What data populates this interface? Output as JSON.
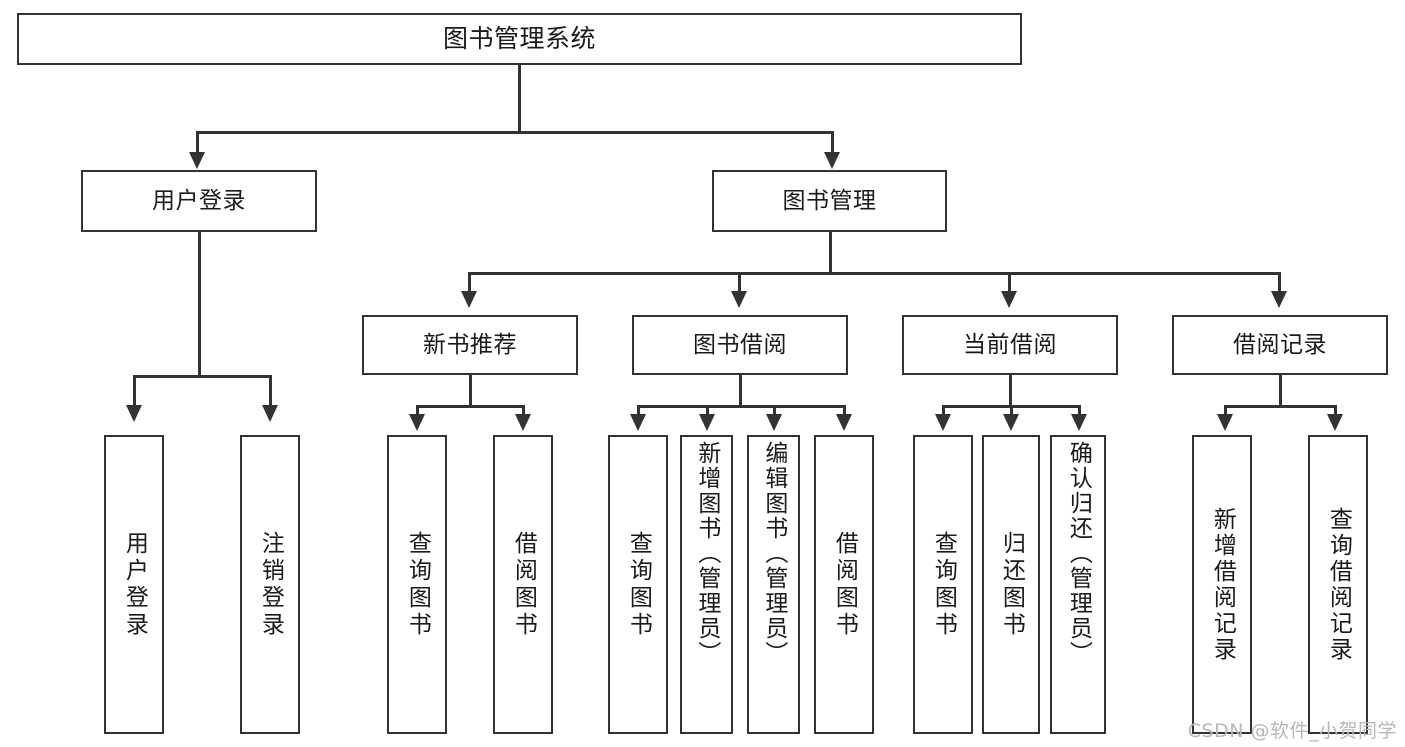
{
  "diagram": {
    "title": "图书管理系统",
    "watermark": "CSDN @软件_小贺同学",
    "colors": {
      "stroke": "#333333",
      "fill": "#ffffff",
      "text": "#1a1a1a",
      "watermark": "#b8b8b8"
    },
    "root": {
      "label": "图书管理系统"
    },
    "level2": [
      {
        "label": "用户登录"
      },
      {
        "label": "图书管理"
      }
    ],
    "level3": [
      {
        "label": "新书推荐"
      },
      {
        "label": "图书借阅"
      },
      {
        "label": "当前借阅"
      },
      {
        "label": "借阅记录"
      }
    ],
    "leaves": [
      {
        "label": "用户登录",
        "parent": "用户登录"
      },
      {
        "label": "注销登录",
        "parent": "用户登录"
      },
      {
        "label": "查询图书",
        "parent": "新书推荐"
      },
      {
        "label": "借阅图书",
        "parent": "新书推荐"
      },
      {
        "label": "查询图书",
        "parent": "图书借阅"
      },
      {
        "label": "新增图书（管理员）",
        "parent": "图书借阅"
      },
      {
        "label": "编辑图书（管理员）",
        "parent": "图书借阅"
      },
      {
        "label": "借阅图书",
        "parent": "图书借阅"
      },
      {
        "label": "查询图书",
        "parent": "当前借阅"
      },
      {
        "label": "归还图书",
        "parent": "当前借阅"
      },
      {
        "label": "确认归还（管理员）",
        "parent": "当前借阅"
      },
      {
        "label": "新增借阅记录",
        "parent": "借阅记录"
      },
      {
        "label": "查询借阅记录",
        "parent": "借阅记录"
      }
    ]
  }
}
